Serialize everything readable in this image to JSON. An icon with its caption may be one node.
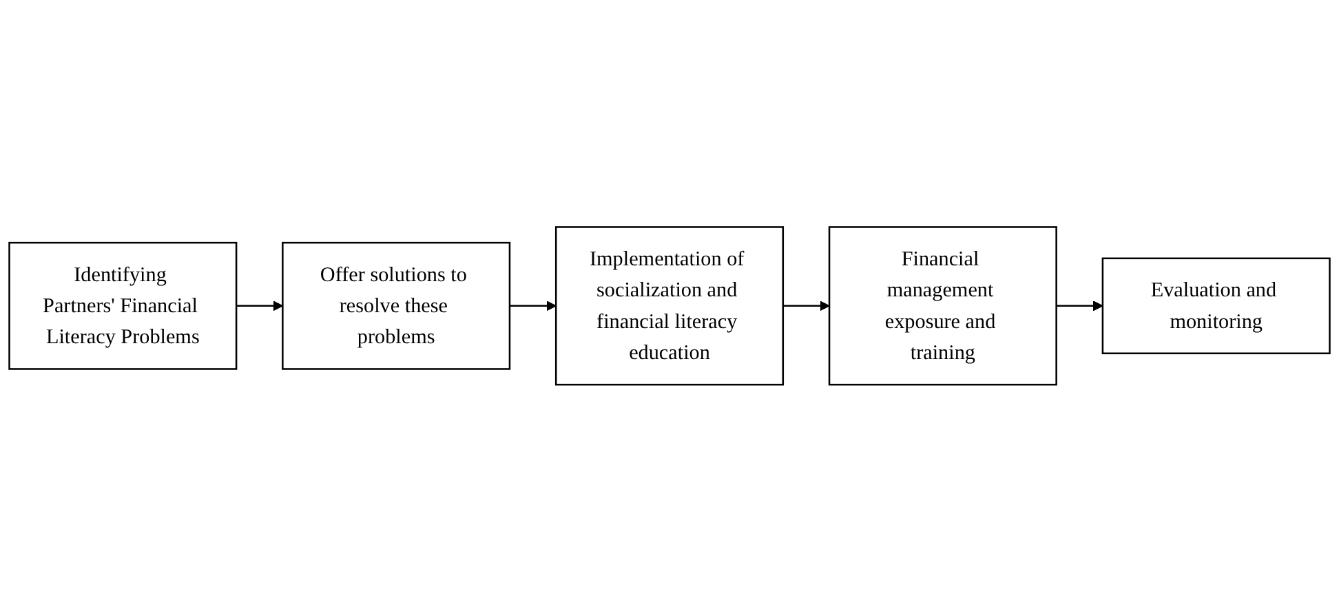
{
  "diagram": {
    "nodes": [
      {
        "text": [
          "Identifying Partners' Financial Literacy Problems"
        ]
      },
      {
        "text": [
          "Offer solutions to resolve these problems"
        ]
      },
      {
        "text": [
          "Implementation of socialization and financial literacy education"
        ]
      },
      {
        "text": [
          "Financial management exposure and training"
        ]
      },
      {
        "text": [
          "Evaluation and monitoring"
        ]
      }
    ],
    "edges": [
      {
        "from": 0,
        "to": 1,
        "arrow": "to"
      },
      {
        "from": 1,
        "to": 2,
        "arrow": "to"
      },
      {
        "from": 2,
        "to": 3,
        "arrow": "to"
      },
      {
        "from": 3,
        "to": 4,
        "arrow": "to"
      }
    ]
  }
}
